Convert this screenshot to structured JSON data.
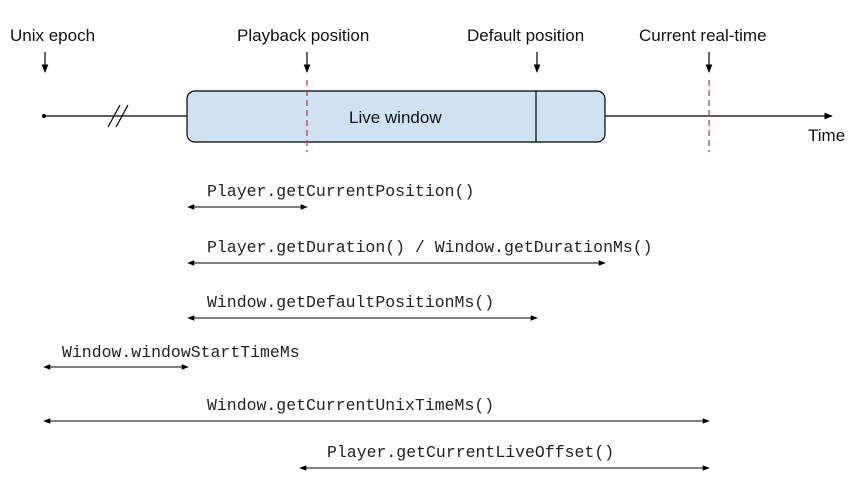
{
  "labels": {
    "unix_epoch": "Unix epoch",
    "playback_position": "Playback position",
    "default_position": "Default position",
    "current_realtime": "Current real-time",
    "live_window": "Live window",
    "time": "Time"
  },
  "apis": {
    "current_position": "Player.getCurrentPosition()",
    "duration": "Player.getDuration() / Window.getDurationMs()",
    "default_position_ms": "Window.getDefaultPositionMs()",
    "window_start_time": "Window.windowStartTimeMs",
    "current_unix_time": "Window.getCurrentUnixTimeMs()",
    "current_live_offset": "Player.getCurrentLiveOffset()"
  },
  "colors": {
    "window_fill": "#cfe2f3",
    "marker": "#c0392b",
    "line": "#000000"
  }
}
